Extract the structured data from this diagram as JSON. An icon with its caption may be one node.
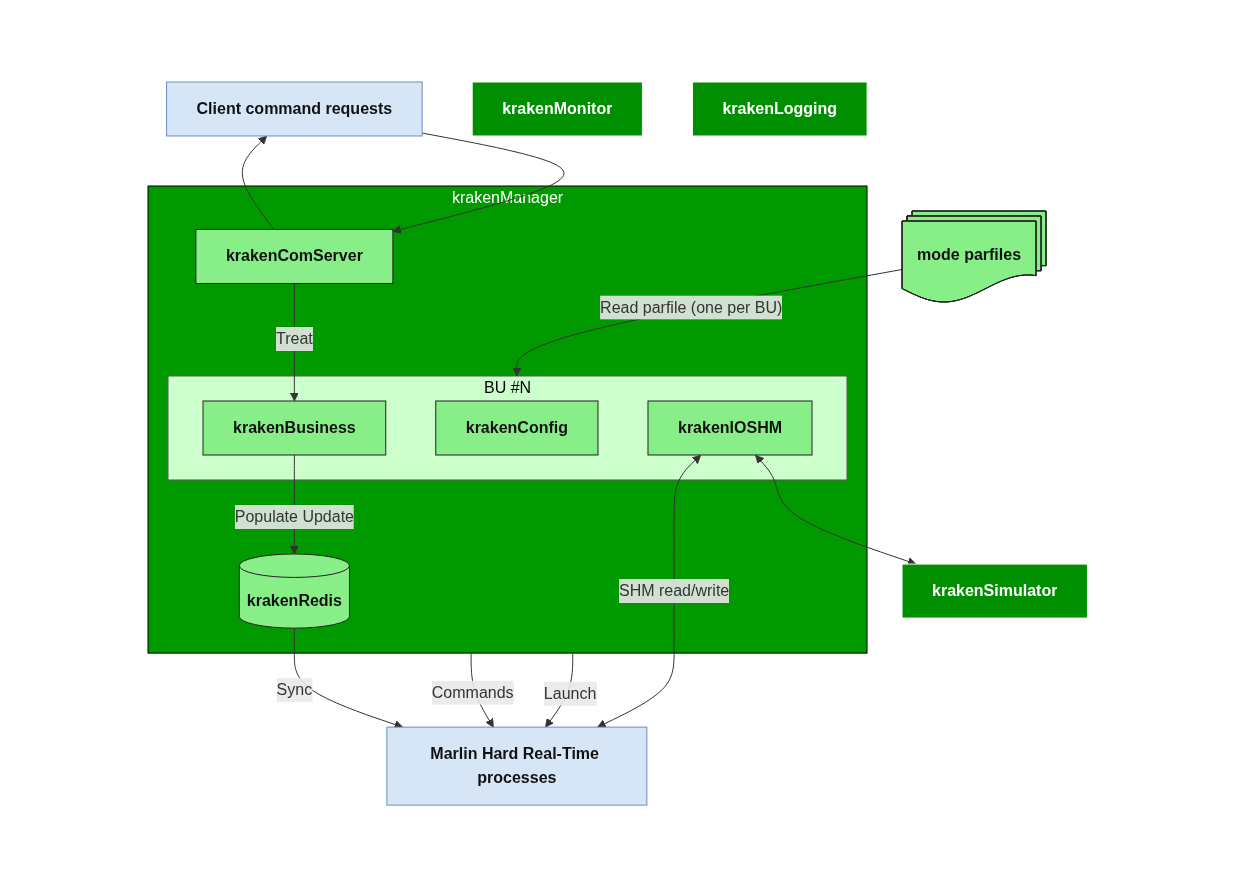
{
  "diagram": {
    "nodes": [
      {
        "text": [
          "Client command requests"
        ]
      },
      {
        "text": [
          "mode parfiles"
        ]
      },
      {
        "text": [
          "krakenManager"
        ]
      },
      {
        "text": [
          "krakenComServer"
        ],
        "in": 2
      },
      {
        "text": [
          "krakenRedis"
        ],
        "in": 2
      },
      {
        "text": [
          "BU #N"
        ],
        "in": 2
      },
      {
        "text": [
          "krakenConfig"
        ],
        "in": 5
      },
      {
        "text": [
          "krakenBusiness"
        ],
        "in": 5
      },
      {
        "text": [
          "krakenIOSHM"
        ],
        "in": 5
      },
      {
        "text": [
          "krakenMonitor"
        ]
      },
      {
        "text": [
          "krakenLogging"
        ]
      },
      {
        "text": [
          "krakenSimulator"
        ]
      },
      {
        "text": [
          "Marlin Hard Real-Time processes"
        ]
      }
    ],
    "edges": [
      {
        "from": 0,
        "to": 3,
        "arrow": "to"
      },
      {
        "from": 3,
        "to": 0,
        "arrow": "to"
      },
      {
        "from": 1,
        "to": 5,
        "arrow": "to",
        "label": "Read parfile (one per BU)"
      },
      {
        "from": 3,
        "to": 7,
        "arrow": "to",
        "label": "Treat"
      },
      {
        "from": 7,
        "to": 4,
        "arrow": "to",
        "label": "Populate Update"
      },
      {
        "from": 8,
        "to": 11,
        "arrow": "both"
      },
      {
        "from": 4,
        "to": 12,
        "arrow": "to",
        "label": "Sync"
      },
      {
        "from": 2,
        "to": 12,
        "arrow": "to",
        "label": "Launch"
      },
      {
        "from": 2,
        "to": 12,
        "arrow": "to",
        "label": "Commands"
      },
      {
        "from": 8,
        "to": 12,
        "arrow": "both",
        "label": "SHM read/write"
      }
    ]
  }
}
